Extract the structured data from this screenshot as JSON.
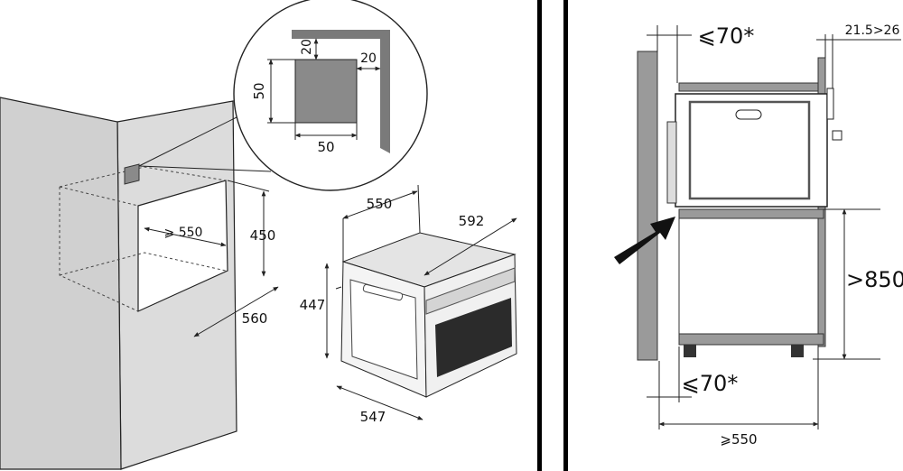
{
  "colors": {
    "wall": "#dcdcdc",
    "wall_side": "#c9c9c9",
    "vent": "#8a8a8a",
    "oven_body": "#f2f2f2",
    "oven_top": "#e4e4e4",
    "glass_dark": "#2b2b2b",
    "cabinet_side": "#8f8f8f",
    "divider": "#000000"
  },
  "left_panel": {
    "inset": {
      "vent_side": "50",
      "vent_height": "50",
      "gap_top": "20",
      "gap_right": "20"
    },
    "niche": {
      "width_min": "⩾ 550",
      "height": "450",
      "depth": "560"
    },
    "oven": {
      "depth_top": "550",
      "width": "592",
      "height": "447",
      "depth_side": "547"
    }
  },
  "right_panel": {
    "top_gap": "⩽70*",
    "top_offset": "21.5>26",
    "height_min": ">850",
    "bottom_gap": "⩽70*",
    "depth_min": "⩾550"
  }
}
